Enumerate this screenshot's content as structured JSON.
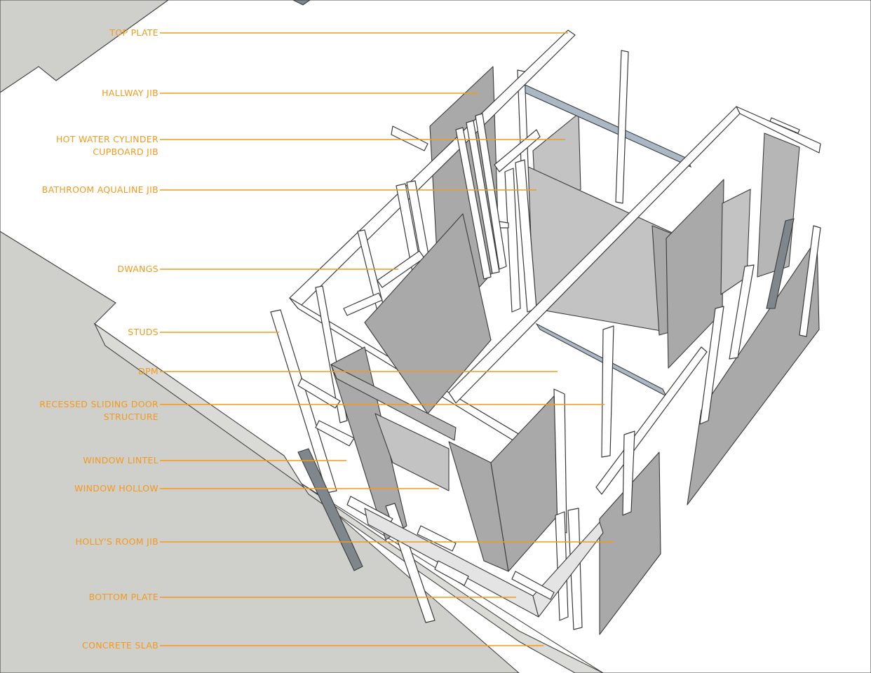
{
  "colors": {
    "label": "#f39a1e",
    "leader": "#f39a1e",
    "ground": "#cfcfcb",
    "panel": "#a9a9a9"
  },
  "labels": [
    {
      "id": "top-plate",
      "lines": [
        "TOP PLATE"
      ]
    },
    {
      "id": "hallway-jib",
      "lines": [
        "HALLWAY JIB"
      ]
    },
    {
      "id": "hot-water-cylinder-cupboard-jib",
      "lines": [
        "HOT WATER CYLINDER",
        "CUPBOARD JIB"
      ]
    },
    {
      "id": "bathroom-aqualine-jib",
      "lines": [
        "BATHROOM AQUALINE JIB"
      ]
    },
    {
      "id": "dwangs",
      "lines": [
        "DWANGS"
      ]
    },
    {
      "id": "studs",
      "lines": [
        "STUDS"
      ]
    },
    {
      "id": "dpm",
      "lines": [
        "DPM"
      ]
    },
    {
      "id": "recessed-sliding-door-structure",
      "lines": [
        "RECESSED SLIDING DOOR",
        "STRUCTURE"
      ]
    },
    {
      "id": "window-lintel",
      "lines": [
        "WINDOW LINTEL"
      ]
    },
    {
      "id": "window-hollow",
      "lines": [
        "WINDOW HOLLOW"
      ]
    },
    {
      "id": "hollys-room-jib",
      "lines": [
        "HOLLY'S ROOM JIB"
      ]
    },
    {
      "id": "bottom-plate",
      "lines": [
        "BOTTOM PLATE"
      ]
    },
    {
      "id": "concrete-slab",
      "lines": [
        "CONCRETE SLAB"
      ]
    }
  ]
}
